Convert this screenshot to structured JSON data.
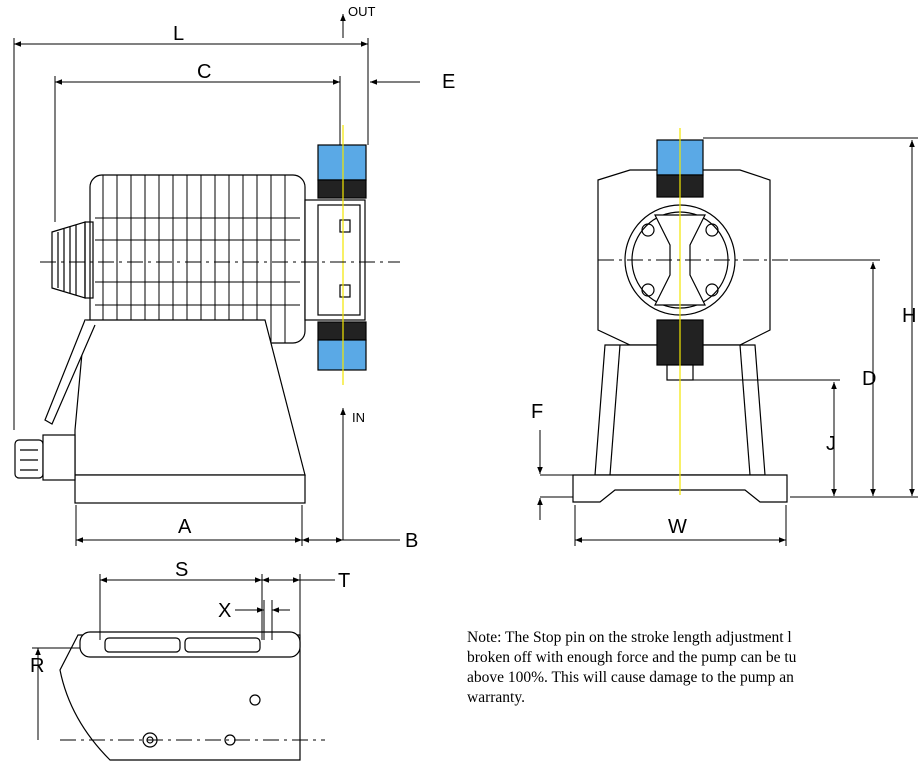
{
  "labels": {
    "L": "L",
    "C": "C",
    "E": "E",
    "OUT": "OUT",
    "IN": "IN",
    "A": "A",
    "B": "B",
    "S": "S",
    "T": "T",
    "X": "X",
    "R": "R",
    "H": "H",
    "D": "D",
    "F": "F",
    "J": "J",
    "W": "W"
  },
  "note": "Note:  The Stop pin on the stroke length adjustment l\nbroken off with enough force and the pump can be tu\nabove 100%.  This will cause damage to the pump an\nwarranty.",
  "colors": {
    "line": "#000000",
    "fitting_blue": "#5aa9e6",
    "center_yellow": "#f2e600",
    "fitting_dark": "#222222"
  }
}
